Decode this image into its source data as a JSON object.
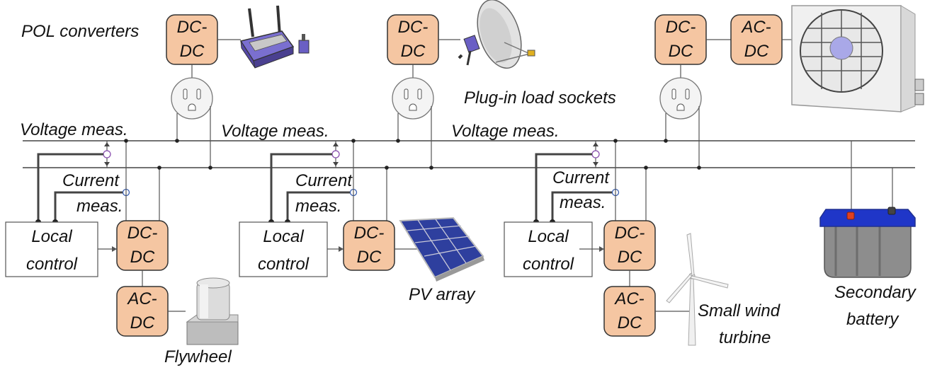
{
  "labels": {
    "pol_converters": "POL converters",
    "plugin_sockets": "Plug-in load sockets",
    "voltage_meas": "Voltage meas.",
    "current": "Current",
    "meas": "meas.",
    "local": "Local",
    "control": "control",
    "dc_top": "DC-",
    "dc_bottom": "DC",
    "ac_top": "AC-",
    "flywheel": "Flywheel",
    "pv_array": "PV array",
    "small_wind": "Small wind",
    "turbine": "turbine",
    "secondary": "Secondary",
    "battery": "battery"
  },
  "colors": {
    "converter_fill": "#f5c6a2",
    "bus": "#444444"
  },
  "icons": [
    "wifi-router-icon",
    "satellite-dish-icon",
    "ac-outdoor-unit-icon",
    "power-socket-icon",
    "flywheel-icon",
    "solar-panel-icon",
    "wind-turbine-icon",
    "battery-icon"
  ]
}
